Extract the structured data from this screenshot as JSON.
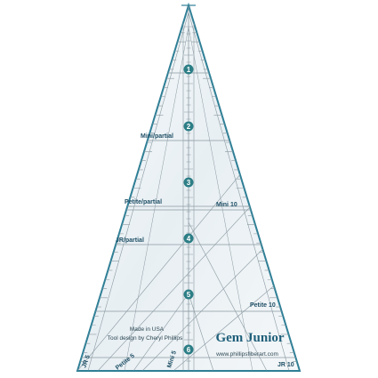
{
  "colors": {
    "outline": "#2f7f96",
    "line": "#8a9aa2",
    "face": "#eef3f6",
    "accent": "#2c7e86"
  },
  "ruler": {
    "numbers": [
      "1",
      "2",
      "3",
      "4",
      "5",
      "6"
    ],
    "labels": {
      "mini_partial": "Mini/partial",
      "petite_partial": "Petite/partial",
      "jr_partial": "JR/partial",
      "mini10": "Mini 10",
      "petite10": "Petite 10",
      "jr10": "JR 10",
      "jr5": "JR 5",
      "petite5": "Petite 5",
      "mini5": "Mini 5"
    },
    "made_in": "Made in USA",
    "design_by": "Tool design by Cheryl Phillips",
    "brand": "Gem Junior",
    "url": "www.phillipsfiberart.com"
  }
}
